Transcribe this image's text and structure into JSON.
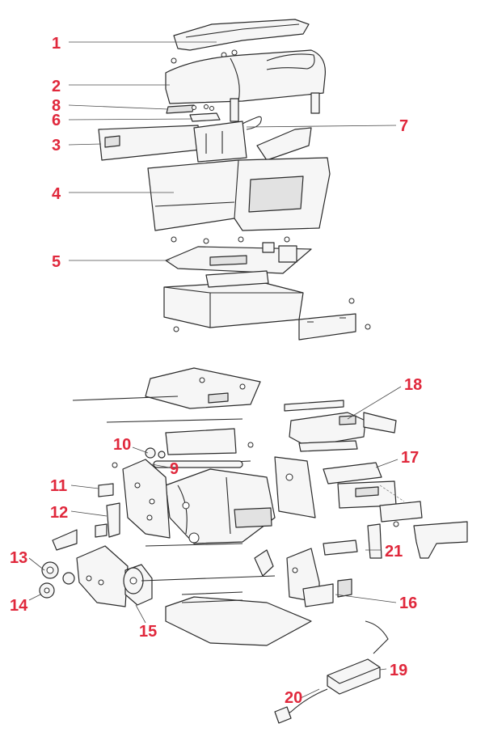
{
  "diagram": {
    "accent_color": "#e0283c",
    "callouts": [
      {
        "label": "1"
      },
      {
        "label": "2"
      },
      {
        "label": "8"
      },
      {
        "label": "6"
      },
      {
        "label": "7"
      },
      {
        "label": "3"
      },
      {
        "label": "4"
      },
      {
        "label": "5"
      },
      {
        "label": "18"
      },
      {
        "label": "10"
      },
      {
        "label": "9"
      },
      {
        "label": "17"
      },
      {
        "label": "11"
      },
      {
        "label": "12"
      },
      {
        "label": "21"
      },
      {
        "label": "13"
      },
      {
        "label": "14"
      },
      {
        "label": "15"
      },
      {
        "label": "16"
      },
      {
        "label": "19"
      },
      {
        "label": "20"
      }
    ]
  }
}
